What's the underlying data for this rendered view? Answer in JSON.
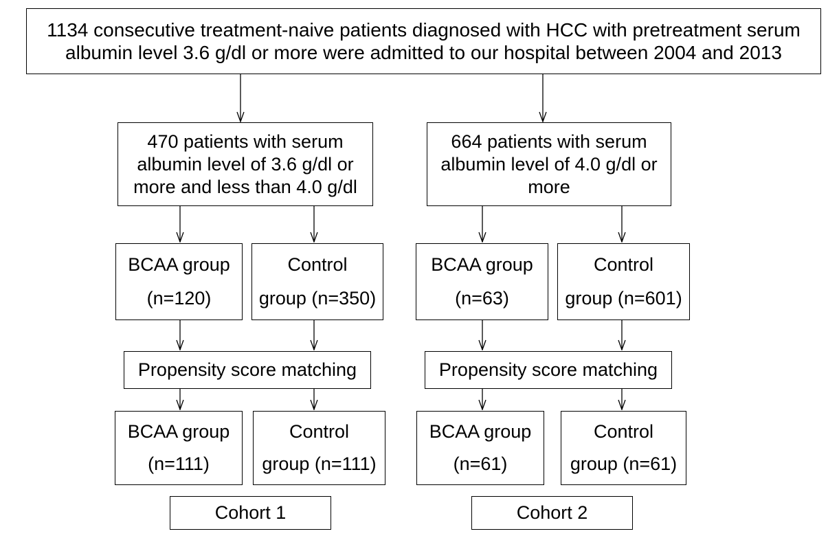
{
  "top": {
    "lines": [
      "1134 consecutive treatment-naive patients diagnosed with HCC with pretreatment serum",
      "albumin level 3.6 g/dl or more were admitted to our hospital between 2004 and 2013"
    ]
  },
  "left": {
    "group_box": {
      "lines": [
        "470 patients with serum",
        "albumin level of 3.6 g/dl or",
        "more and less than 4.0 g/dl"
      ]
    },
    "bcaa_before": {
      "lines": [
        "BCAA group",
        "(n=120)"
      ]
    },
    "control_before": {
      "lines": [
        "Control",
        "group (n=350)"
      ]
    },
    "matching": "Propensity score matching",
    "bcaa_after": {
      "lines": [
        "BCAA group",
        "(n=111)"
      ]
    },
    "control_after": {
      "lines": [
        "Control",
        "group (n=111)"
      ]
    },
    "cohort": "Cohort 1"
  },
  "right": {
    "group_box": {
      "lines": [
        "664 patients with serum",
        "albumin level of 4.0 g/dl or",
        "more"
      ]
    },
    "bcaa_before": {
      "lines": [
        "BCAA group",
        "(n=63)"
      ]
    },
    "control_before": {
      "lines": [
        "Control",
        "group (n=601)"
      ]
    },
    "matching": "Propensity score matching",
    "bcaa_after": {
      "lines": [
        "BCAA group",
        "(n=61)"
      ]
    },
    "control_after": {
      "lines": [
        "Control",
        "group (n=61)"
      ]
    },
    "cohort": "Cohort 2"
  }
}
